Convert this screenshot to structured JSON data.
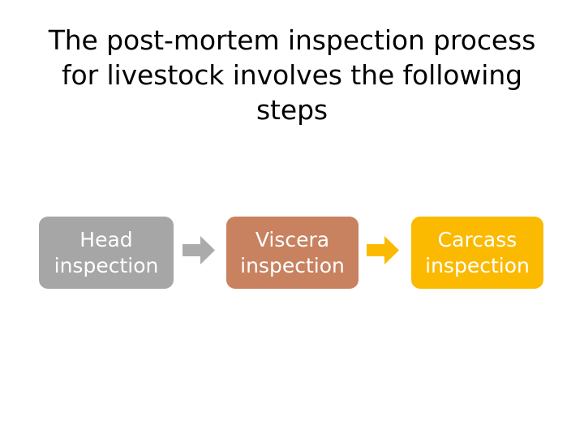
{
  "slide": {
    "background_color": "#FFFFFF",
    "title": "The post-mortem inspection process\nfor livestock involves the following\nsteps",
    "title_color": "#000000"
  },
  "flow": {
    "steps": [
      {
        "label": "Head\ninspection",
        "plain_label": "Head inspection",
        "fill_color": "#A6A6A6",
        "text_color": "#FFFFFF"
      },
      {
        "label": "Viscera\ninspection",
        "plain_label": "Viscera inspection",
        "fill_color": "#C8825F",
        "text_color": "#FFFFFF"
      },
      {
        "label": "Carcass\ninspection",
        "plain_label": "Carcass inspection",
        "fill_color": "#FBBA00",
        "text_color": "#FFFFFF"
      }
    ],
    "connectors": [
      {
        "icon": "arrow-right-icon",
        "color": "#ABABAB",
        "from": "Head inspection",
        "to": "Viscera inspection"
      },
      {
        "icon": "arrow-right-icon",
        "color": "#FBBA00",
        "from": "Viscera inspection",
        "to": "Carcass inspection"
      }
    ]
  }
}
